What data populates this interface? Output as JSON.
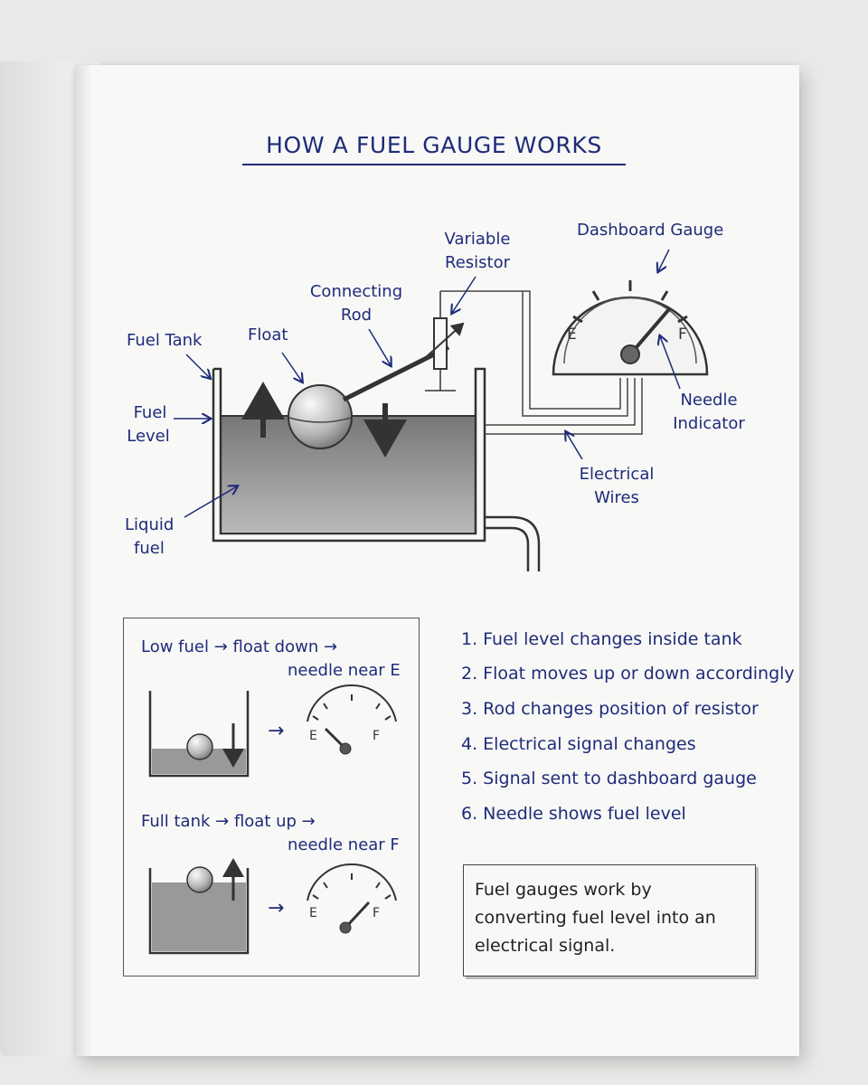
{
  "title": "HOW A FUEL GAUGE WORKS",
  "labels": {
    "fuel_tank": "Fuel Tank",
    "float": "Float",
    "connecting_rod_1": "Connecting",
    "connecting_rod_2": "Rod",
    "variable_resistor_1": "Variable",
    "variable_resistor_2": "Resistor",
    "dashboard_gauge": "Dashboard Gauge",
    "fuel_level_1": "Fuel",
    "fuel_level_2": "Level",
    "liquid_fuel_1": "Liquid",
    "liquid_fuel_2": "fuel",
    "needle_indicator_1": "Needle",
    "needle_indicator_2": "Indicator",
    "electrical_wires_1": "Electrical",
    "electrical_wires_2": "Wires",
    "gauge_e": "E",
    "gauge_f": "F"
  },
  "states": {
    "low_line1": "Low fuel → float down →",
    "low_line2": "needle near E",
    "full_line1": "Full tank → float up →",
    "full_line2": "needle near F",
    "arrow": "→",
    "e": "E",
    "f": "F"
  },
  "steps": [
    "1. Fuel level changes inside tank",
    "2. Float moves up or down accordingly",
    "3. Rod changes position of resistor",
    "4. Electrical signal changes",
    "5. Signal sent to dashboard gauge",
    "6. Needle shows fuel level"
  ],
  "summary": "Fuel gauges work by converting fuel level into an electrical signal.",
  "colors": {
    "ink": "#1f2b7a",
    "pencil": "#333333",
    "fuel": "#8a8a8a",
    "page": "#f8f8f6"
  }
}
